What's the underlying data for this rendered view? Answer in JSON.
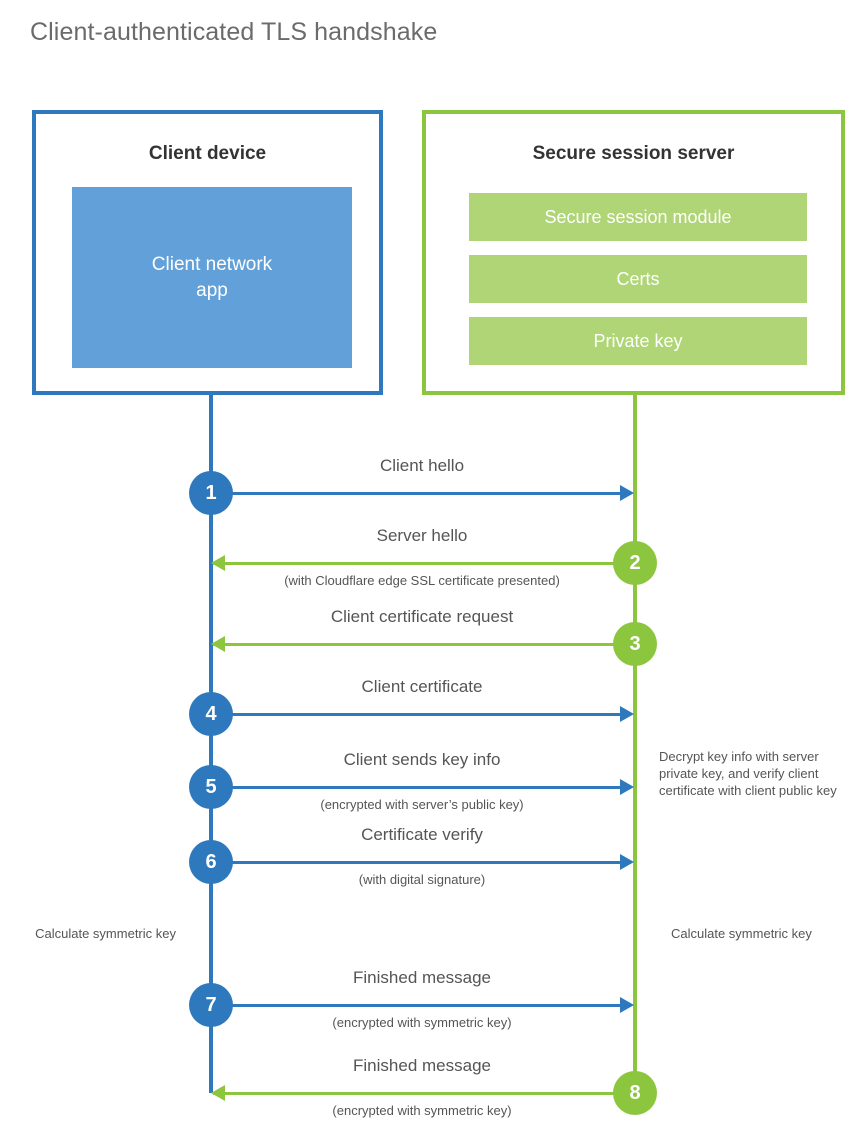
{
  "title": "Client-authenticated TLS handshake",
  "colors": {
    "client_blue": "#2E79BD",
    "client_inner_blue": "#61A0D8",
    "server_green": "#8CC63F",
    "server_bar_green": "#AFD576",
    "text_gray": "#555555",
    "title_gray": "#6B6B6B"
  },
  "client": {
    "title": "Client device",
    "app_label": "Client network\napp",
    "app_label_line1": "Client network",
    "app_label_line2": "app"
  },
  "server": {
    "title": "Secure session server",
    "components": [
      {
        "label": "Secure session module"
      },
      {
        "label": "Certs"
      },
      {
        "label": "Private key"
      }
    ]
  },
  "steps": [
    {
      "number": "1",
      "origin": "client",
      "direction": "left-to-right",
      "label": "Client hello",
      "sublabel": ""
    },
    {
      "number": "2",
      "origin": "server",
      "direction": "right-to-left",
      "label": "Server hello",
      "sublabel": "(with Cloudflare edge SSL certificate presented)"
    },
    {
      "number": "3",
      "origin": "server",
      "direction": "right-to-left",
      "label": "Client certificate request",
      "sublabel": ""
    },
    {
      "number": "4",
      "origin": "client",
      "direction": "left-to-right",
      "label": "Client certificate",
      "sublabel": ""
    },
    {
      "number": "5",
      "origin": "client",
      "direction": "left-to-right",
      "label": "Client sends key info",
      "sublabel": "(encrypted with server’s public key)"
    },
    {
      "number": "6",
      "origin": "client",
      "direction": "left-to-right",
      "label": "Certificate verify",
      "sublabel": "(with digital signature)"
    },
    {
      "number": "7",
      "origin": "client",
      "direction": "left-to-right",
      "label": "Finished message",
      "sublabel": "(encrypted with symmetric key)"
    },
    {
      "number": "8",
      "origin": "server",
      "direction": "right-to-left",
      "label": "Finished message",
      "sublabel": "(encrypted with symmetric key)"
    }
  ],
  "notes": {
    "decrypt": "Decrypt key info with server private key, and verify client certificate with client public key",
    "calculate_left": "Calculate symmetric key",
    "calculate_right": "Calculate symmetric key"
  }
}
